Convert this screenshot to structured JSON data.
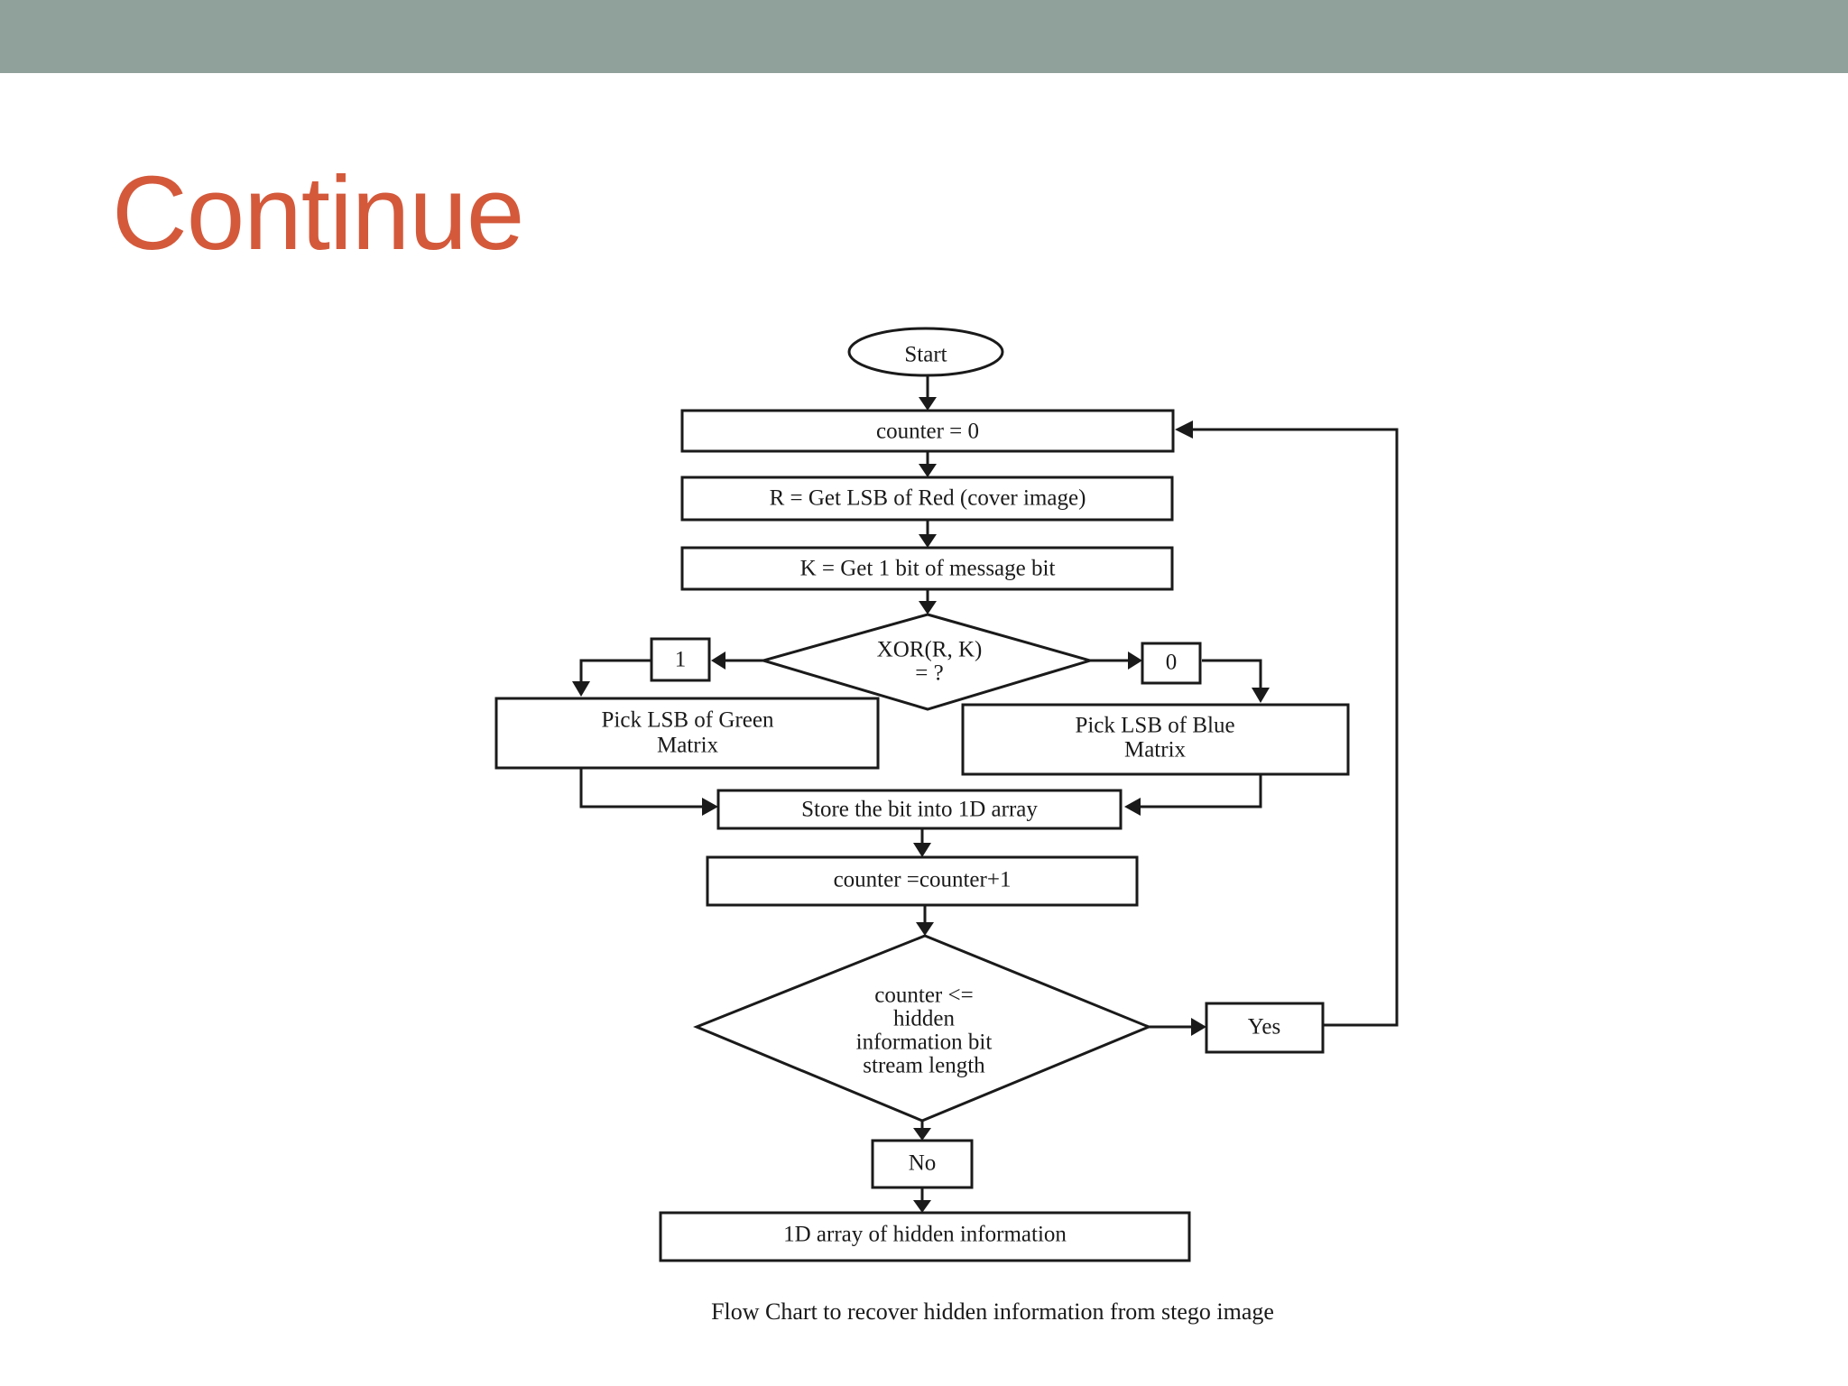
{
  "slide": {
    "title": "Continue"
  },
  "colors": {
    "top_bar": "#8fa19a",
    "title": "#d4593b",
    "diagram_stroke": "#1a1a1a"
  },
  "flowchart": {
    "start": "Start",
    "init_counter": "counter = 0",
    "get_red_lsb": "R = Get LSB of Red (cover image)",
    "get_message_bit": "K = Get 1 bit of  message bit",
    "xor_decision_line1": "XOR(R, K)",
    "xor_decision_line2": "= ?",
    "branch_one": "1",
    "branch_zero": "0",
    "pick_green_line1": "Pick LSB of Green",
    "pick_green_line2": "Matrix",
    "pick_blue_line1": "Pick LSB of Blue",
    "pick_blue_line2": "Matrix",
    "store_bit": "Store the bit into 1D array",
    "increment_counter": "counter =counter+1",
    "length_decision_line1": "counter <=",
    "length_decision_line2": "hidden",
    "length_decision_line3": "information bit",
    "length_decision_line4": "stream length",
    "yes": "Yes",
    "no": "No",
    "end": "1D array of hidden information",
    "caption": "Flow Chart to recover hidden  information from stego image"
  }
}
